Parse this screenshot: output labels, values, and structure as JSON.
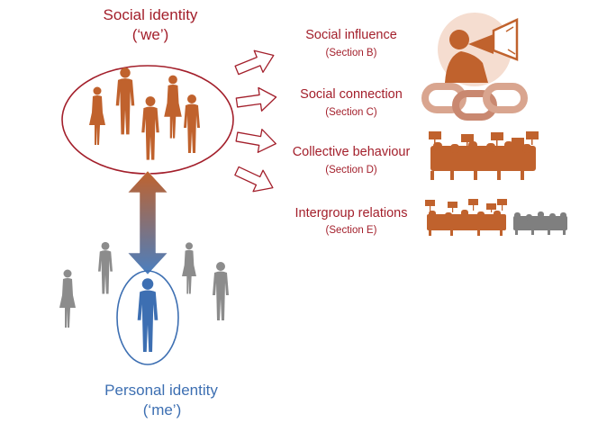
{
  "social_identity": {
    "title": "Social identity",
    "subtitle": "(‘we’)"
  },
  "personal_identity": {
    "title": "Personal identity",
    "subtitle": "(‘me’)"
  },
  "sections": [
    {
      "title": "Social influence",
      "section": "(Section B)",
      "icon": "megaphone-person-icon"
    },
    {
      "title": "Social connection",
      "section": "(Section C)",
      "icon": "chain-links-icon"
    },
    {
      "title": "Collective behaviour",
      "section": "(Section D)",
      "icon": "protest-crowd-icon"
    },
    {
      "title": "Intergroup relations",
      "section": "(Section E)",
      "icon": "two-groups-icon"
    }
  ],
  "colors": {
    "social": "#a31f2b",
    "group": "#c0622d",
    "personal": "#3d6fb2",
    "grey": "#8c8c8c"
  }
}
